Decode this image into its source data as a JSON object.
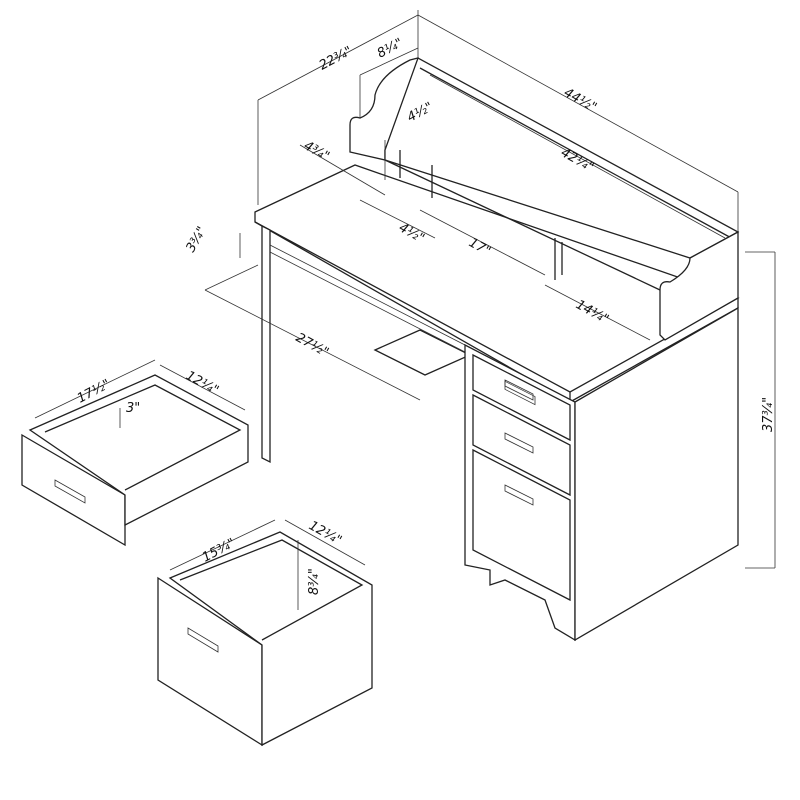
{
  "dimensions": {
    "desk_depth": "22¾\"",
    "hutch_depth": "8¼\"",
    "desk_width": "44½\"",
    "cubby_height_left": "4¾\"",
    "hutch_shelf_height": "4½\"",
    "hutch_inner_width": "42¼\"",
    "cubby_width": "4½\"",
    "shelf_opening_width": "17\"",
    "top_thickness": "3¾\"",
    "knee_space_width": "27½\"",
    "right_cubby_width": "14¼\"",
    "desk_height": "37¾\"",
    "small_drawer_depth": "17½\"",
    "small_drawer_width": "12¼\"",
    "small_drawer_height": "3\"",
    "large_drawer_depth": "15¾\"",
    "large_drawer_width": "12¼\"",
    "large_drawer_height": "8¾\""
  }
}
